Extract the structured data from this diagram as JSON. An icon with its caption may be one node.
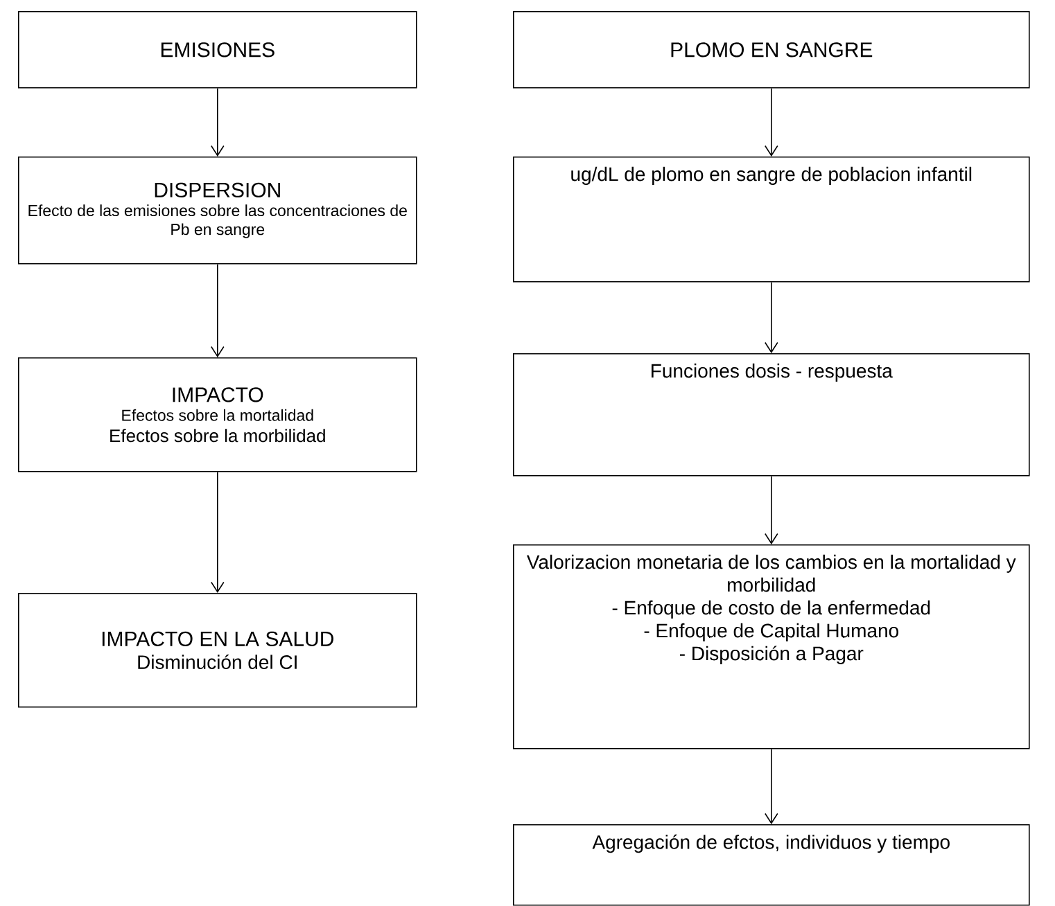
{
  "diagram": {
    "nodes": [
      {
        "text": [
          "EMISIONES"
        ]
      },
      {
        "text": [
          "DISPERSION",
          "Efecto de las emisiones sobre las concentraciones de Pb en sangre"
        ]
      },
      {
        "text": [
          "IMPACTO",
          "Efectos sobre la mortalidad",
          "Efectos sobre la morbilidad"
        ]
      },
      {
        "text": [
          "IMPACTO EN LA SALUD",
          "Disminución del CI"
        ]
      },
      {
        "text": [
          "PLOMO EN SANGRE"
        ]
      },
      {
        "text": [
          "ug/dL de plomo en sangre de poblacion infantil"
        ]
      },
      {
        "text": [
          "Funciones dosis - respuesta"
        ]
      },
      {
        "text": [
          "Valorizacion monetaria de los cambios en la mortalidad y morbilidad",
          "- Enfoque de costo de la enfermedad",
          "- Enfoque de Capital Humano",
          "- Disposición a Pagar"
        ]
      },
      {
        "text": [
          "Agregación de efctos, individuos y tiempo"
        ]
      }
    ],
    "edges": [
      {
        "from": 0,
        "to": 1,
        "arrow": "to"
      },
      {
        "from": 1,
        "to": 2,
        "arrow": "to"
      },
      {
        "from": 2,
        "to": 3,
        "arrow": "to"
      },
      {
        "from": 4,
        "to": 5,
        "arrow": "to"
      },
      {
        "from": 5,
        "to": 6,
        "arrow": "to"
      },
      {
        "from": 6,
        "to": 7,
        "arrow": "to"
      },
      {
        "from": 7,
        "to": 8,
        "arrow": "to"
      }
    ]
  }
}
